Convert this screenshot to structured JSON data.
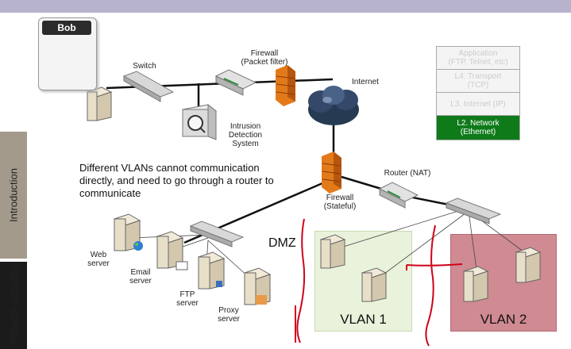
{
  "sidebar": {
    "tabs": [
      {
        "label": "Introduction"
      },
      {
        "label": "Network Security"
      }
    ]
  },
  "user": {
    "name": "Bob"
  },
  "labels": {
    "switch": "Switch",
    "firewall_packet": "Firewall\n(Packet filter)",
    "internet": "Internet",
    "ids": "Intrusion\nDetection\nSystem",
    "router": "Router (NAT)",
    "firewall_stateful": "Firewall\n(Stateful)",
    "web_server": "Web\nserver",
    "email_server": "Email\nserver",
    "ftp_server": "FTP\nserver",
    "proxy_server": "Proxy\nserver",
    "dmz": "DMZ",
    "vlan1": "VLAN 1",
    "vlan2": "VLAN 2"
  },
  "note": "Different VLANs cannot communication directly, and need to go through a router to communicate",
  "layers": [
    {
      "text": "Application\n(FTP, Telnet, etc)",
      "active": false
    },
    {
      "text": "L4. Transport\n(TCP)",
      "active": false
    },
    {
      "text": "L3. Internet (IP)",
      "active": false
    },
    {
      "text": "L2. Network\n(Ethernet)",
      "active": true
    }
  ],
  "colors": {
    "active_layer": "#0f7a1a",
    "vlan2": "#cf8a92",
    "vlan1": "#e9f3dc",
    "annotation": "#d0021b"
  }
}
